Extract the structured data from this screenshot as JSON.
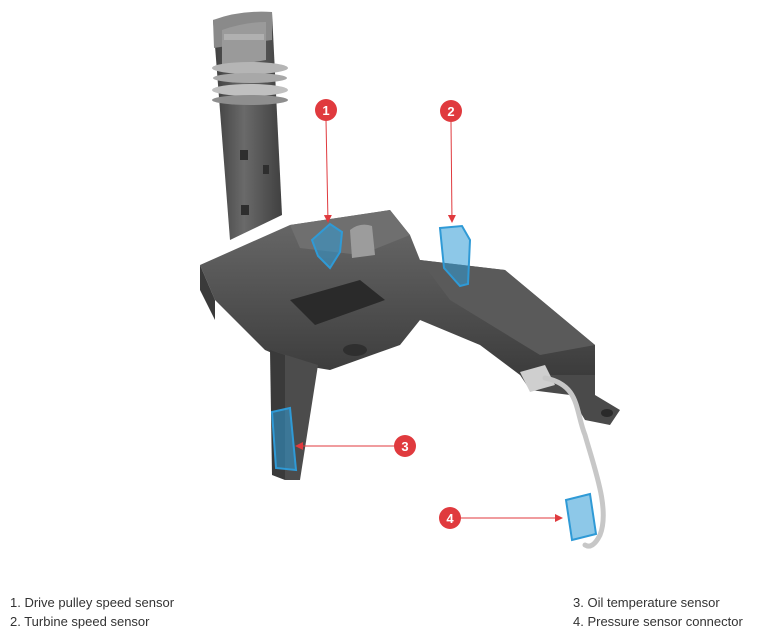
{
  "legend": {
    "item1": "1. Drive pulley speed sensor",
    "item2": "2. Turbine speed sensor",
    "item3": "3. Oil temperature sensor",
    "item4": "4. Pressure sensor connector"
  },
  "callouts": {
    "c1": "1",
    "c2": "2",
    "c3": "3",
    "c4": "4"
  },
  "colors": {
    "body": "#4a4a4a",
    "body_dark": "#3a3a3a",
    "body_light": "#5e5e5e",
    "sensor": "#2f9ad6",
    "callout": "#e03a3e"
  }
}
